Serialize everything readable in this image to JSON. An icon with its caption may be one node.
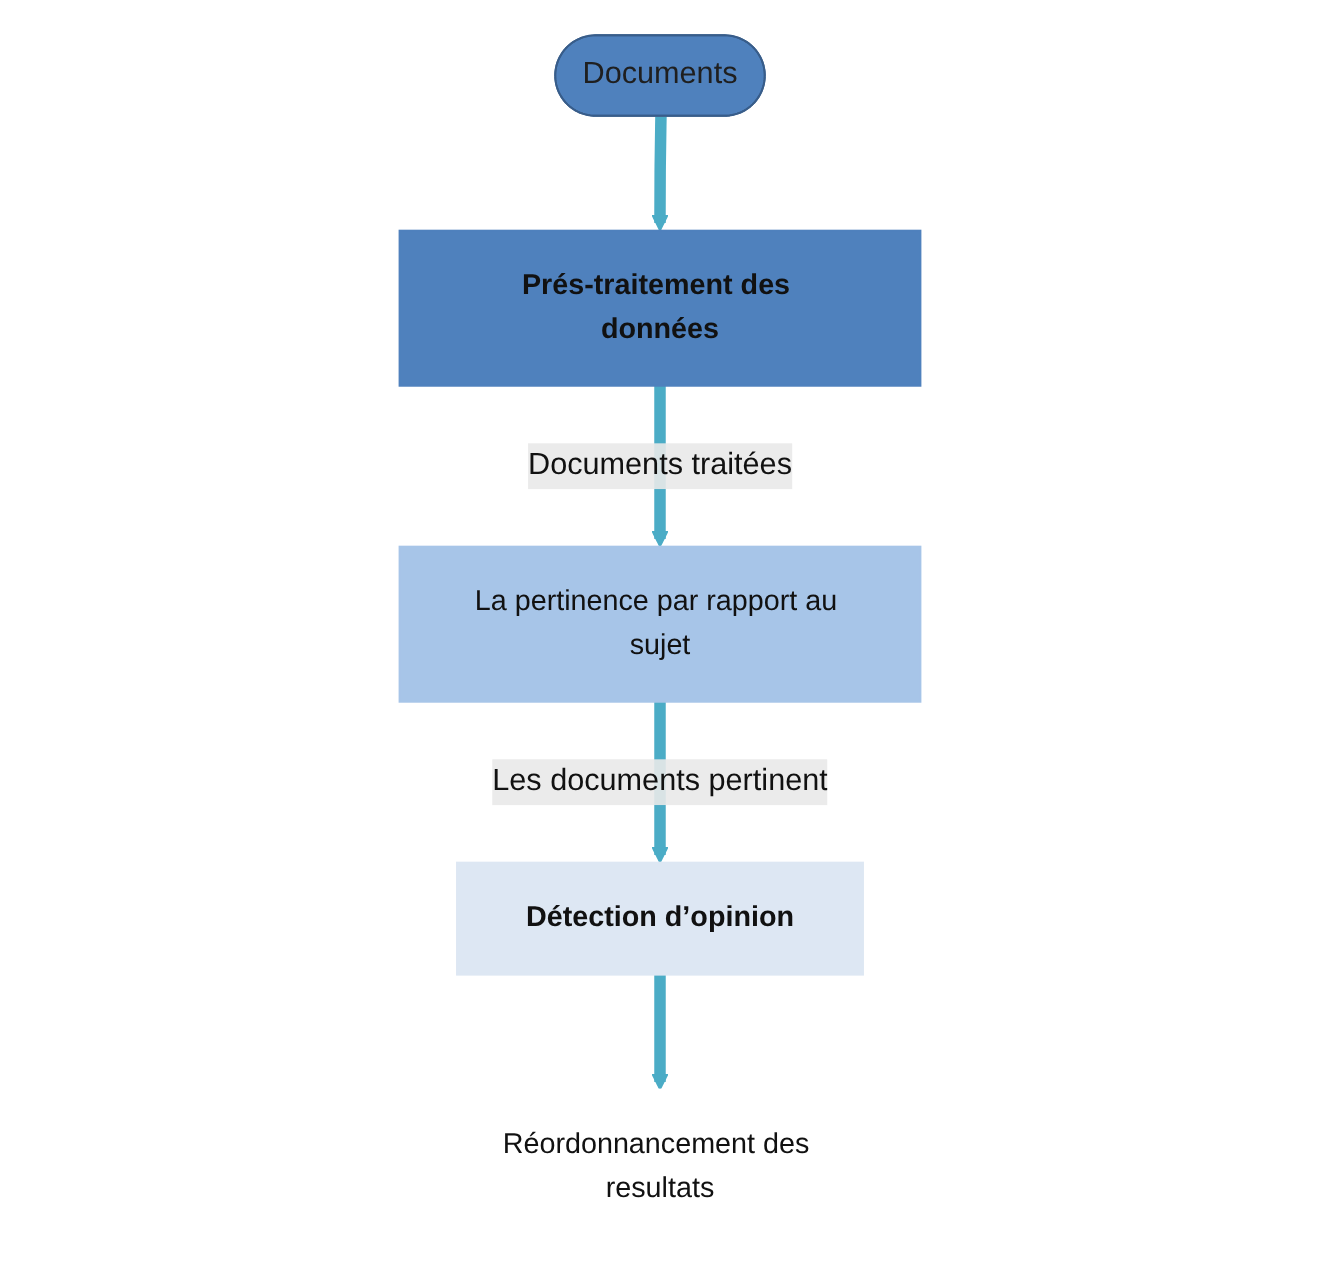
{
  "diagram": {
    "nodes": [
      {
        "text": [
          "Documents"
        ]
      },
      {
        "text": [
          "Prés-traitement des données"
        ]
      },
      {
        "text": [
          "La pertinence par rapport au sujet"
        ]
      },
      {
        "text": [
          "Détection d’opinion"
        ]
      },
      {
        "text": [
          "Réordonnancement des resultats"
        ]
      }
    ],
    "edges": [
      {
        "from": 0,
        "to": 1,
        "arrow": "to"
      },
      {
        "from": 1,
        "to": 2,
        "arrow": "to",
        "label": "Documents traitées"
      },
      {
        "from": 2,
        "to": 3,
        "arrow": "to",
        "label": "Les documents pertinent"
      },
      {
        "from": 3,
        "to": 4,
        "arrow": "to"
      }
    ]
  }
}
